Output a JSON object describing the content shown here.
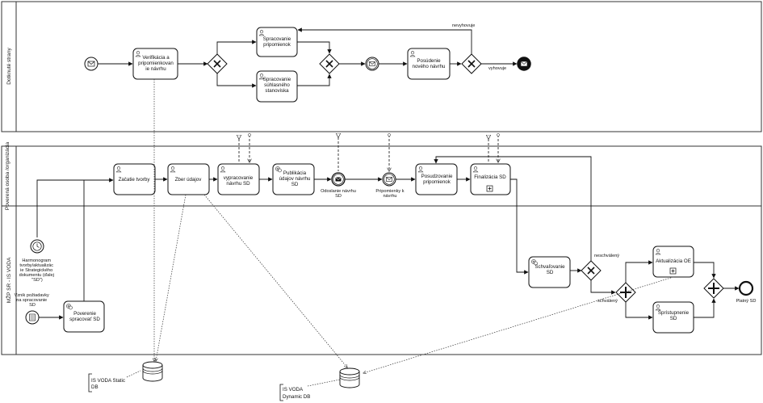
{
  "lanes": {
    "top": "Dotknuté strany",
    "pool_left": "MŽP SR - IS VODA",
    "mid": "Poverená osoba /organizácia"
  },
  "tasks": {
    "verifikacia": [
      "Verifikácia a",
      "pripomienkovan",
      "ie návrhu"
    ],
    "spracovanie_pripomienok": [
      "Spracovanie",
      "pripomienok"
    ],
    "spracovanie_stanoviska": [
      "Spracovanie",
      "súhlasného",
      "stanoviska"
    ],
    "posudenie_navrhu": [
      "Posúdenie",
      "nového návrhu"
    ],
    "zacatie_tvorby": [
      "Začatie tvorby"
    ],
    "zber_udajov": [
      "Zber údajov"
    ],
    "vypracovanie_navrhu": [
      "vypracovanie",
      "návrhu SD"
    ],
    "publikacia_udajov": [
      "Publikácia",
      "údajov návrhu",
      "SD"
    ],
    "posudzovanie_pripomienok": [
      "Posudzovanie",
      "pripomienok"
    ],
    "finalizacia": [
      "Finalizácia SD"
    ],
    "poverenie": [
      "Poverenie",
      "spracovať SD"
    ],
    "schvalovanie": [
      "Schvaľovanie",
      "SD"
    ],
    "aktualizacia_oe": [
      "Aktualizácia OE"
    ],
    "spristupnenie": [
      "Sprístupnenie",
      "SD"
    ]
  },
  "events": {
    "odoslanie": [
      "Odoslanie návrhu",
      "SD"
    ],
    "pripomienky": [
      "Pripomienky k",
      "návrhu"
    ],
    "harmonogram": [
      "Harmonogram",
      "tvorby/aktualizác",
      "ie Strategického",
      "dokumentu (ďalej",
      "\"SD\")"
    ],
    "vznik": [
      "Vznik požiadavky",
      "na spracovanie",
      "SD"
    ],
    "platny": [
      "Platný SD"
    ]
  },
  "flow_labels": {
    "nevyhovuje": "nevyhovuje",
    "vyhovuje": "vyhovuje",
    "neschvaleny": "neschválený",
    "schvaleny": "schválený"
  },
  "data_stores": {
    "static": [
      "IS VODA Static",
      "DB"
    ],
    "dynamic": [
      "IS VODA",
      "Dynamic DB"
    ]
  }
}
